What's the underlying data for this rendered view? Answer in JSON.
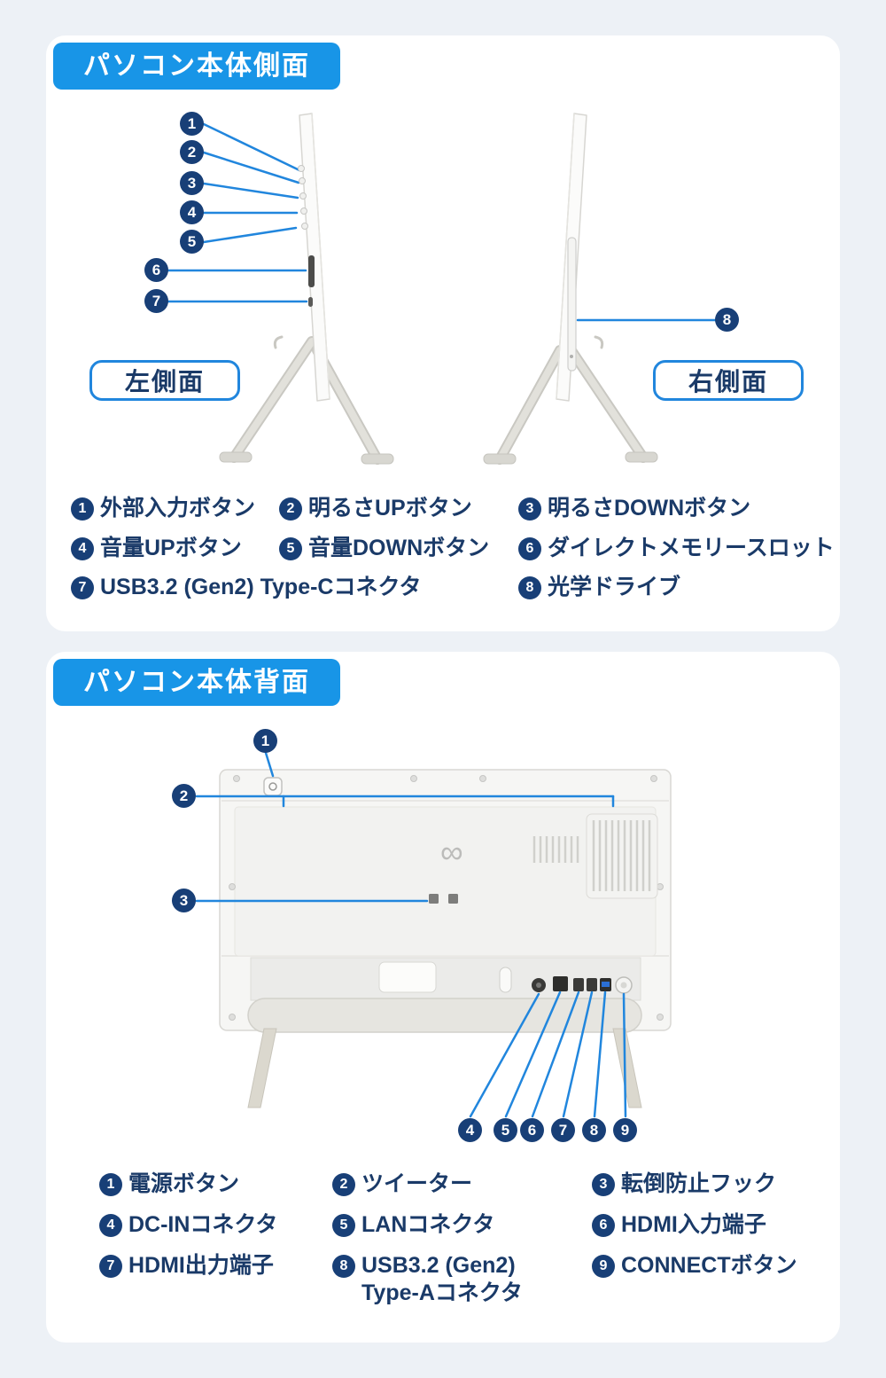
{
  "colors": {
    "badge": "#1895e7",
    "line": "#2186dd",
    "circle": "#183f77",
    "text": "#1a3a68",
    "page_bg": "#edf1f6"
  },
  "side_section": {
    "title": "パソコン本体側面",
    "left_label": "左側面",
    "right_label": "右側面",
    "callouts": [
      "1",
      "2",
      "3",
      "4",
      "5",
      "6",
      "7",
      "8"
    ],
    "legend": [
      {
        "num": "1",
        "label": "外部入力ボタン"
      },
      {
        "num": "2",
        "label": "明るさUPボタン"
      },
      {
        "num": "3",
        "label": "明るさDOWNボタン"
      },
      {
        "num": "4",
        "label": "音量UPボタン"
      },
      {
        "num": "5",
        "label": "音量DOWNボタン"
      },
      {
        "num": "6",
        "label": "ダイレクトメモリースロット"
      },
      {
        "num": "7",
        "label": "USB3.2 (Gen2) Type-Cコネクタ"
      },
      {
        "num": "8",
        "label": "光学ドライブ"
      }
    ]
  },
  "back_section": {
    "title": "パソコン本体背面",
    "logo_glyph": "∞",
    "callouts": [
      "1",
      "2",
      "3",
      "4",
      "5",
      "6",
      "7",
      "8",
      "9"
    ],
    "legend": [
      {
        "num": "1",
        "label": "電源ボタン"
      },
      {
        "num": "2",
        "label": "ツイーター"
      },
      {
        "num": "3",
        "label": "転倒防止フック"
      },
      {
        "num": "4",
        "label": "DC-INコネクタ"
      },
      {
        "num": "5",
        "label": "LANコネクタ"
      },
      {
        "num": "6",
        "label": "HDMI入力端子"
      },
      {
        "num": "7",
        "label": "HDMI出力端子"
      },
      {
        "num": "8",
        "label": "USB3.2 (Gen2)\nType-Aコネクタ"
      },
      {
        "num": "9",
        "label": "CONNECTボタン"
      }
    ]
  }
}
